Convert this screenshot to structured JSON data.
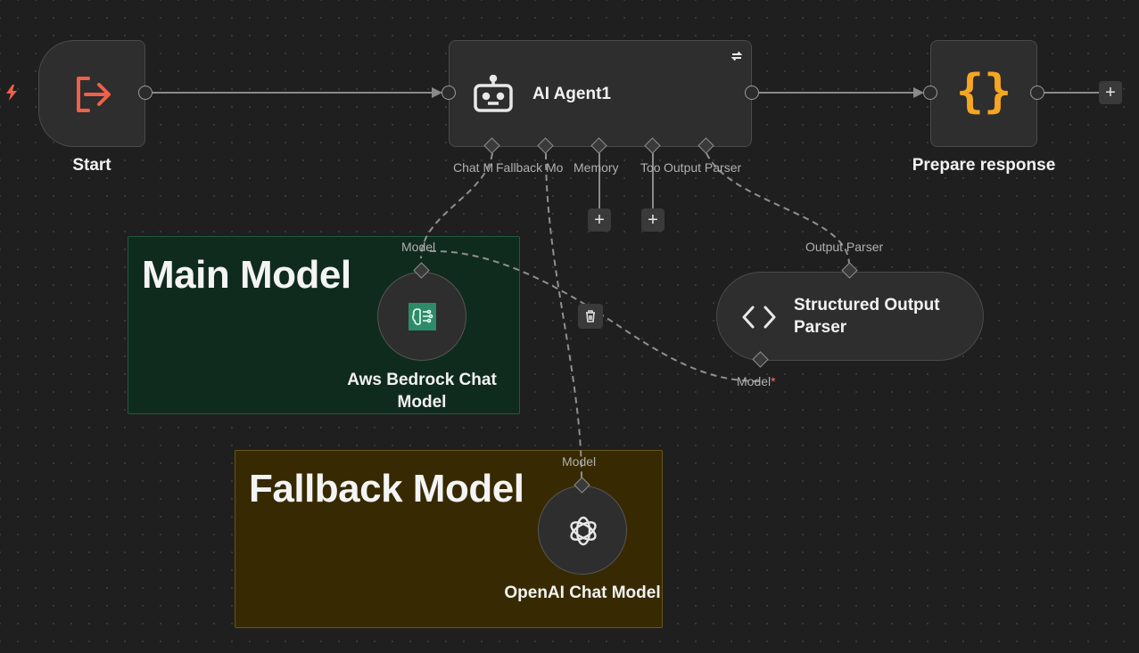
{
  "canvas": {
    "sticky_notes": [
      {
        "title": "Main Model",
        "color": "#0f2b1d"
      },
      {
        "title": "Fallback Model",
        "color": "#372a02"
      }
    ]
  },
  "nodes": {
    "start": {
      "label": "Start",
      "icon": "sign-out-icon",
      "icon_color": "#f0604a",
      "trigger_icon": "lightning-bolt-icon"
    },
    "agent": {
      "label": "AI Agent1",
      "icon": "robot-icon",
      "badge_icon": "refresh-icon",
      "sub_ports": [
        "Chat M",
        "Fallback Mo",
        "Memory",
        "Too",
        "Output Parser"
      ]
    },
    "prepare": {
      "label": "Prepare response",
      "icon": "curly-braces-icon",
      "icon_color": "#f5a623"
    },
    "bedrock": {
      "label": "Aws Bedrock Chat Model",
      "port_label": "Model",
      "icon": "bedrock-brain-icon"
    },
    "openai": {
      "label": "OpenAI Chat Model",
      "port_label": "Model",
      "icon": "openai-icon"
    },
    "parser": {
      "label": "Structured Output Parser",
      "top_port_label": "Output Parser",
      "bottom_port_label": "Model",
      "required_mark": "*",
      "required_color": "#ff6b6b",
      "icon": "code-brackets-icon"
    }
  },
  "controls": {
    "plus": "+",
    "delete_icon": "trash-icon"
  }
}
